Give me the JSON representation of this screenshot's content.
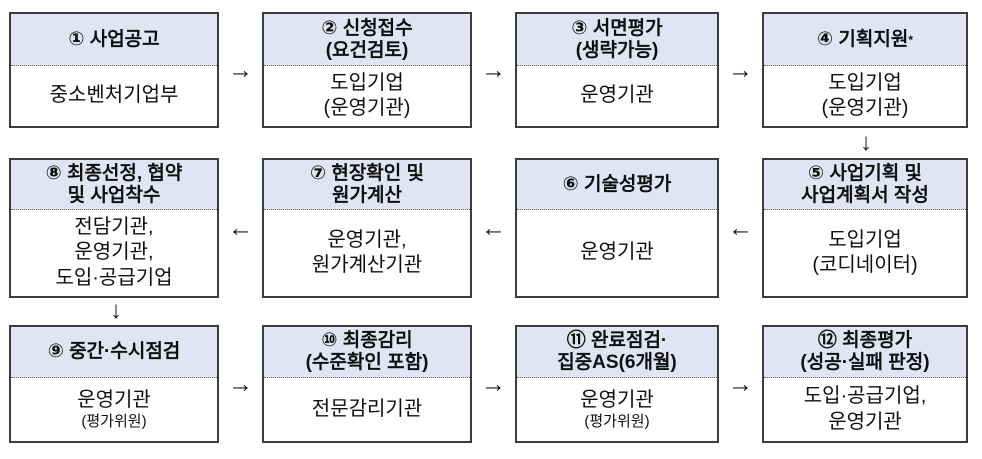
{
  "colors": {
    "header_bg": "#e1e4f2",
    "box_border": "#3c3c3c",
    "text": "#0f0f0f"
  },
  "arrows": {
    "right": "→",
    "left": "←",
    "down": "↓"
  },
  "steps": [
    {
      "title": "①  사업공고",
      "actor": "중소벤처기업부"
    },
    {
      "title": "②  신청접수\n(요건검토)",
      "actor": "도입기업\n(운영기관)"
    },
    {
      "title": "③  서면평가\n(생략가능)",
      "actor": "운영기관"
    },
    {
      "title": "④  기획지원",
      "title_sup": "*",
      "actor": "도입기업\n(운영기관)"
    },
    {
      "title": "⑤  사업기획 및\n사업계획서 작성",
      "actor": "도입기업\n(코디네이터)"
    },
    {
      "title": "⑥  기술성평가",
      "actor": "운영기관"
    },
    {
      "title": "⑦  현장확인 및\n원가계산",
      "actor": "운영기관,\n원가계산기관"
    },
    {
      "title": "⑧  최종선정, 협약\n및 사업착수",
      "actor": "전담기관,\n운영기관,\n도입·공급기업"
    },
    {
      "title": "⑨  중간·수시점검",
      "actor": "운영기관",
      "actor_sub": "(평가위원)"
    },
    {
      "title": "⑩  최종감리\n(수준확인 포함)",
      "actor": "전문감리기관"
    },
    {
      "title": "⑪  완료점검·\n집중AS(6개월)",
      "actor": "운영기관",
      "actor_sub": "(평가위원)"
    },
    {
      "title": "⑫  최종평가\n(성공·실패 판정)",
      "actor": "도입·공급기업,\n운영기관"
    }
  ]
}
